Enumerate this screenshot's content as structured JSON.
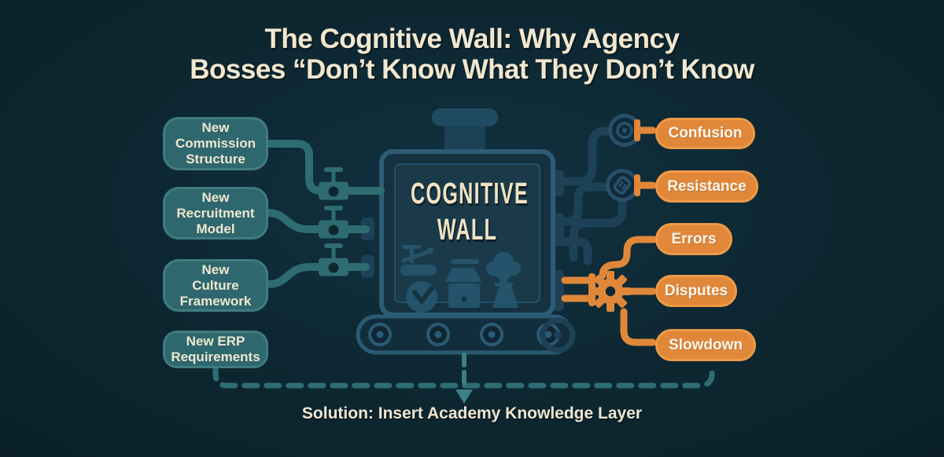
{
  "title": {
    "line1": "The Cognitive Wall: Why Agency",
    "line2": "Bosses “Don’t Know What They Don’t Know"
  },
  "machine": {
    "label_line1": "COGNITIVE",
    "label_line2": "WALL"
  },
  "inputs": [
    {
      "label": "New\nCommission\nStructure"
    },
    {
      "label": "New\nRecruitment\nModel"
    },
    {
      "label": "New\nCulture\nFramework"
    },
    {
      "label": "New ERP\nRequirements"
    }
  ],
  "outputs": [
    {
      "label": "Confusion"
    },
    {
      "label": "Resistance"
    },
    {
      "label": "Errors"
    },
    {
      "label": "Disputes"
    },
    {
      "label": "Slowdown"
    }
  ],
  "solution": {
    "label": "Solution: Insert Academy Knowledge Layer"
  },
  "icons": {
    "valves": "pipe-valve-icon",
    "gauges": "gauge-dial-icon",
    "gear": "gear-icon",
    "arrow": "down-arrow-icon",
    "conveyor": "conveyor-belt",
    "chimney": "machine-chimney"
  },
  "colors": {
    "background": "#0d2731",
    "teal_box": "#2e686e",
    "teal_box_border": "#3f7c80",
    "teal_pipe": "#2e6c72",
    "orange": "#e1873a",
    "orange_border": "#ee9a47",
    "dark_pipe": "#1d4156",
    "machine_border": "#2d5c76",
    "cream_text": "#f2e7cf",
    "dashed_line": "#2e6d74"
  }
}
